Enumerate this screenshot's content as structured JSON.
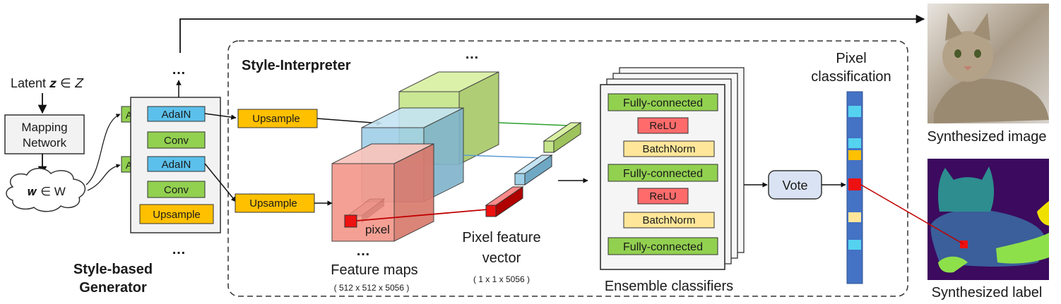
{
  "generator": {
    "latent_label": "Latent 𝒛 ∈ 𝑍",
    "mapping_line1": "Mapping",
    "mapping_line2": "Network",
    "w_label": "𝒘 ∈ W",
    "a_label": "A",
    "adain": "AdaIN",
    "conv": "Conv",
    "upsample": "Upsample",
    "ellipsis": "…",
    "title_line1": "Style-based",
    "title_line2": "Generator"
  },
  "interpreter": {
    "title": "Style-Interpreter",
    "upsample": "Upsample",
    "pixel_label": "pixel",
    "ellipsis": "…",
    "feature_maps_label": "Feature maps",
    "feature_maps_dims": "( 512 x 512 x 5056 )",
    "pixel_feature_line1": "Pixel feature",
    "pixel_feature_line2": "vector",
    "pixel_feature_dims": "( 1 x 1 x 5056 )",
    "classifier_layers": [
      "Fully-connected",
      "ReLU",
      "BatchNorm",
      "Fully-connected",
      "ReLU",
      "BatchNorm",
      "Fully-connected"
    ],
    "ensemble_label": "Ensemble classifiers",
    "vote_label": "Vote",
    "pixel_classification_line1": "Pixel",
    "pixel_classification_line2": "classification"
  },
  "outputs": {
    "image_label": "Synthesized image",
    "label_label": "Synthesized label"
  },
  "colors": {
    "adain": "#5bc0eb",
    "a_box": "#92d050",
    "conv": "#92d050",
    "upsample": "#ffc000",
    "relu": "#ff6b6b",
    "batchnorm": "#ffe699",
    "fully_connected": "#92d050",
    "vote": "#dae3f3",
    "pixel_red": "#ee1111",
    "column_blue": "#4472c4"
  }
}
